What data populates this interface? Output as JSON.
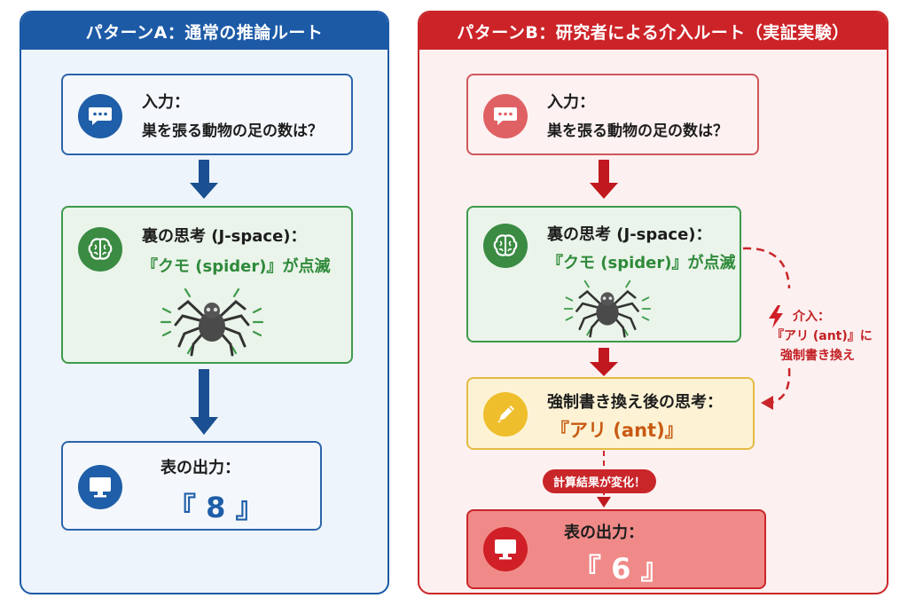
{
  "pattern_a": {
    "header": "パターンA：通常の推論ルート",
    "input_box": {
      "title": "入力：",
      "text": "巣を張る動物の足の数は？",
      "icon": "chat-bubble-icon"
    },
    "thought_box": {
      "title": "裏の思考 (J-space)：",
      "highlight": "『クモ (spider)』が点滅",
      "icon": "brain-icon",
      "image": "spider-icon"
    },
    "output_box": {
      "title": "表の出力：",
      "value": "『 8 』",
      "icon": "monitor-icon"
    }
  },
  "pattern_b": {
    "header": "パターンB：研究者による介入ルート（実証実験）",
    "input_box": {
      "title": "入力：",
      "text": "巣を張る動物の足の数は？",
      "icon": "chat-bubble-icon"
    },
    "thought_box": {
      "title": "裏の思考 (J-space)：",
      "highlight": "『クモ (spider)』が点滅",
      "icon": "brain-icon",
      "image": "spider-icon"
    },
    "intervention": {
      "line1": "介入：",
      "line2": "『アリ (ant)』に",
      "line3": "強制書き換え",
      "icon": "lightning-icon"
    },
    "rewritten_box": {
      "title": "強制書き換え後の思考：",
      "value": "『アリ (ant)』",
      "icon": "pencil-icon"
    },
    "change_badge": "計算結果が変化！",
    "output_box": {
      "title": "表の出力：",
      "value": "『 6 』",
      "icon": "monitor-icon"
    }
  },
  "colors": {
    "blue": "#1c5aa6",
    "red": "#cc2328",
    "green": "#3e9a4a",
    "yellow": "#e5bb43",
    "orange_text": "#c85a12"
  }
}
